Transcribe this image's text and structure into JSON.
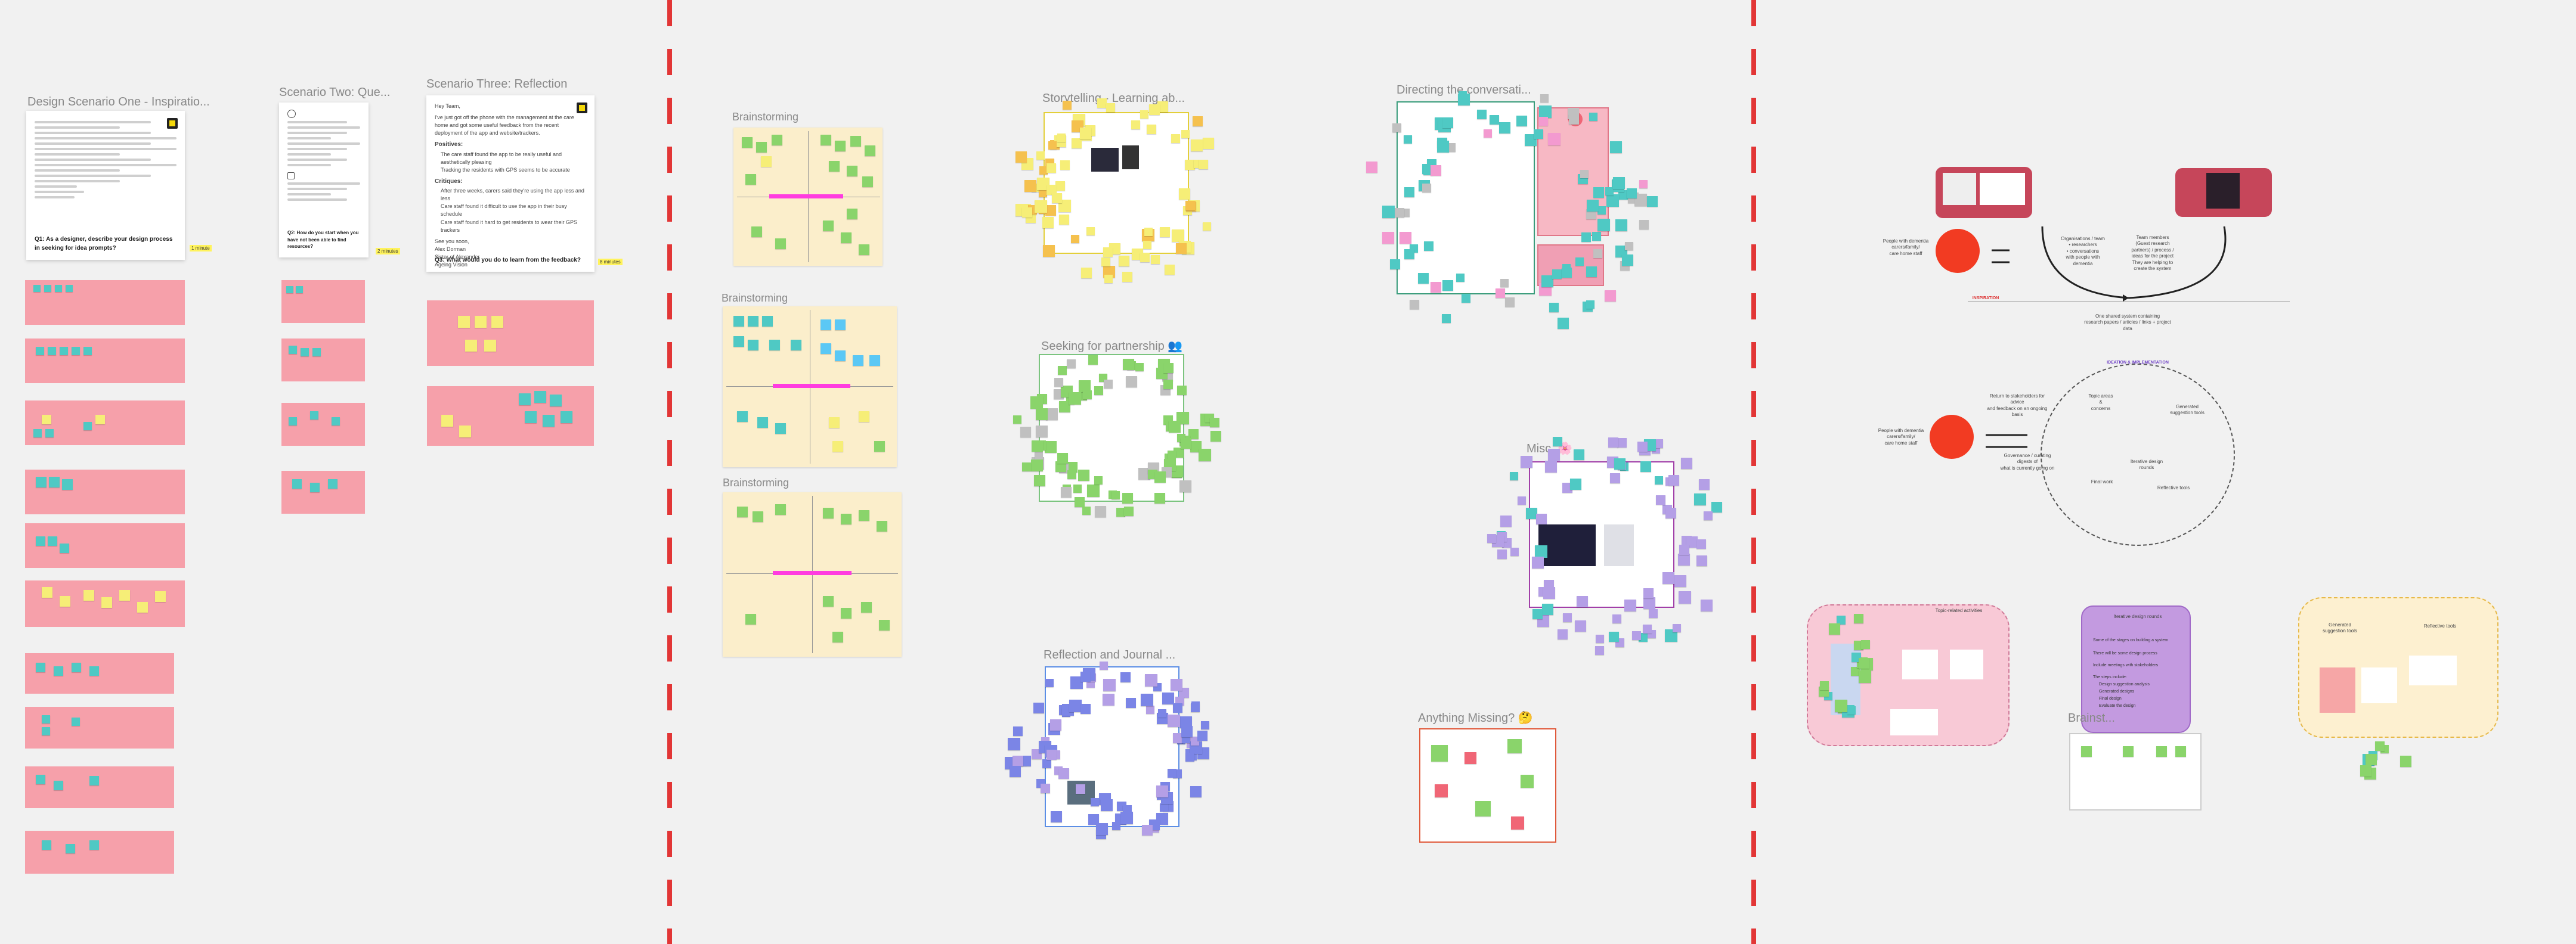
{
  "frames": {
    "scenario_one": {
      "title": "Design Scenario One - Inspiratio...",
      "question": "Q1: As a designer, describe your design process in seeking for idea prompts?",
      "tag": "1 minute"
    },
    "scenario_two": {
      "title": "Scenario Two: Que...",
      "question": "Q2: How do you start when you have not been able to find resources?",
      "tag": "2 minutes"
    },
    "scenario_three": {
      "title": "Scenario Three: Reflection",
      "greeting": "Hey Team,",
      "intro": "I've just got off the phone with the management at the care home and got some useful feedback from the recent deployment of the app and website/trackers.",
      "positives_label": "Positives:",
      "positives": [
        "The care staff found the app to be really useful and aesthetically pleasing",
        "Tracking the residents with GPS seems to be accurate"
      ],
      "critiques_label": "Critiques:",
      "critiques": [
        "After three weeks, carers said they're using the app less and less",
        "Care staff found it difficult to use the app in their busy schedule",
        "Care staff found it hard to get residents to wear their GPS trackers"
      ],
      "signoff": "See you soon,",
      "names": [
        "Alex Dorman",
        "Sister of Alexander",
        "Ageing Vision"
      ],
      "question": "Q3: What would you do to learn from the feedback?",
      "tag": "8 minutes"
    },
    "brainstorm_1": {
      "title": "Brainstorming"
    },
    "brainstorm_2": {
      "title": "Brainstorming"
    },
    "brainstorm_3": {
      "title": "Brainstorming"
    },
    "storytelling": {
      "title": "Storytelling - Learning ab..."
    },
    "partnership": {
      "title": "Seeking for partnership 👥"
    },
    "reflection": {
      "title": "Reflection and Journal ..."
    },
    "directing": {
      "title": "Directing the conversati..."
    },
    "misc": {
      "title": "Misc. 🌸"
    },
    "missing": {
      "title": "Anything Missing? 🤔"
    },
    "brainstorm_right": {
      "title": "Brainst..."
    }
  },
  "diagram": {
    "top_left_caption": "People with dementia\ncarers/family/\ncare home staff",
    "top_mid_caption": "Organisations / team\n• researchers\n• conversations\nwith people with\ndementia",
    "top_right_caption": "Team members\n(Guest research\npartners) / process /\nideas for the project\nThey are helping to\ncreate the system",
    "inspiration": "INSPIRATION",
    "shared_doc": "One shared system containing\nresearch papers / articles / links + project data",
    "iteration_label": "IDEATION & IMPLEMENTATION",
    "mid_left_caption": "People with dementia\ncarers/family/\ncare home staff",
    "cycle_left": "Return to stakeholders for\nadvice\nand feedback on an ongoing\nbasis",
    "cycle_top": "Topic areas\n&\nconcerns",
    "cycle_right": "Generated\nsuggestion tools",
    "cycle_bottom_left": "Governance / curating\ndigests of\nwhat is currently going on",
    "cycle_center_left": "Final work",
    "cycle_center_right": "Iterative design\nrounds",
    "cycle_bottom": "Reflective tools"
  },
  "bottom_right": {
    "purple_title": "Iterative design rounds",
    "purple_lines": [
      "Some of the stages on building a system",
      "There will be some design process",
      "Include meetings with stakeholders",
      "The steps include:",
      "Design suggestion analysis",
      "Generated designs",
      "Final design",
      "Evaluate the design"
    ],
    "orange_caption_left": "Generated\nsuggestion tools",
    "orange_caption_right": "Reflective tools",
    "pink_caption": "Topic-related activities"
  },
  "colors": {
    "background": "#f1f1f1",
    "divider": "#e23636",
    "pink_band": "#f6a0aa",
    "sticky_teal": "#4fc9c4",
    "sticky_yellow": "#f6ee77",
    "sticky_green": "#8ad46b",
    "sticky_purple": "#b49fe6",
    "sticky_blue": "#7b85e6"
  }
}
